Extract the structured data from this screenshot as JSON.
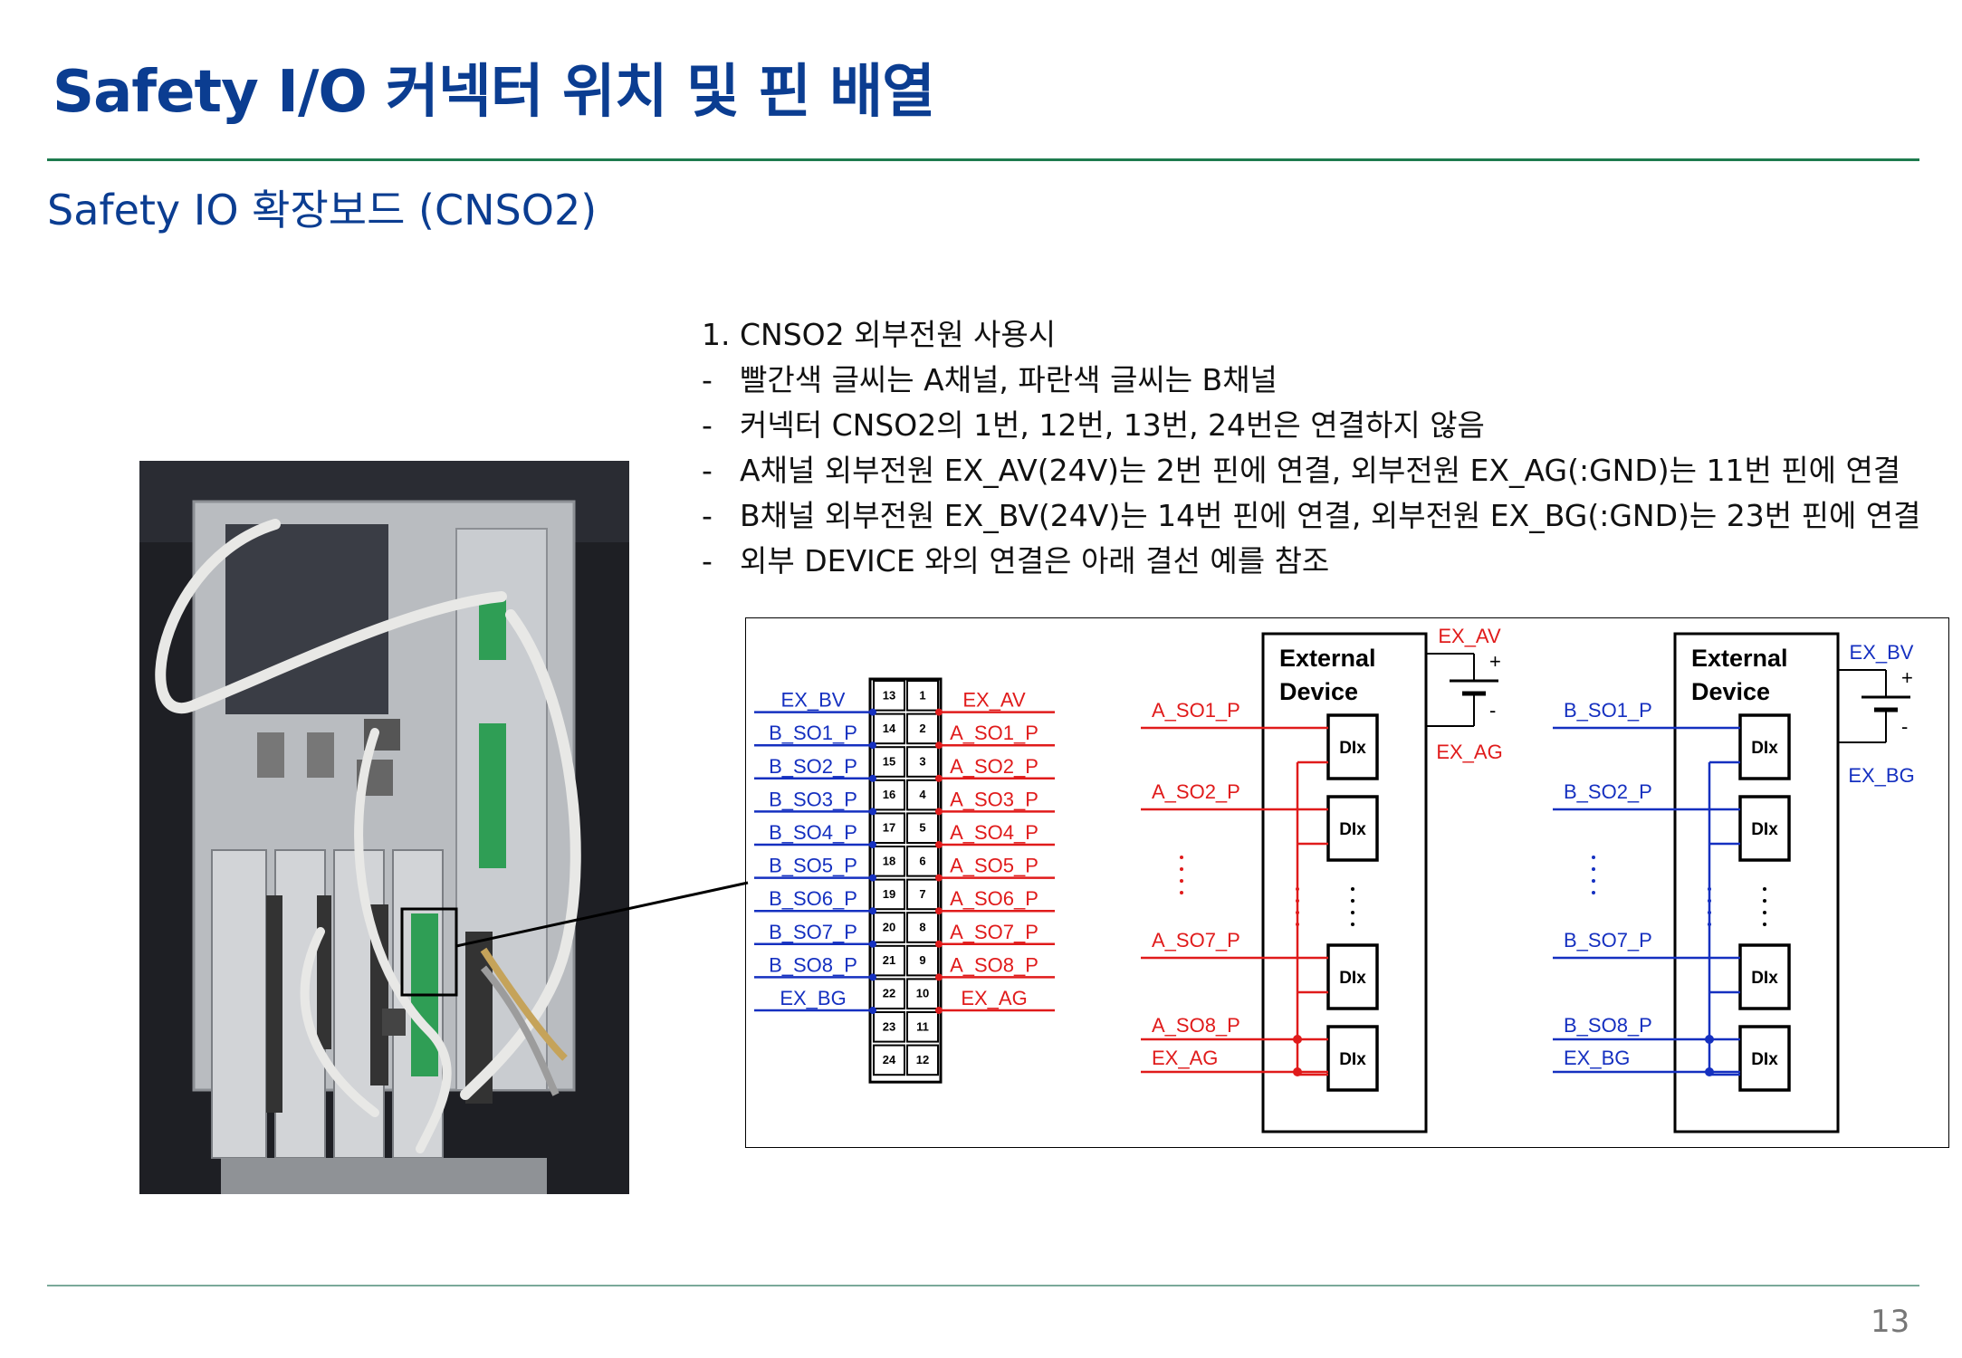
{
  "title": "Safety I/O 커넥터 위치 및 핀 배열",
  "subtitle": "Safety IO 확장보드 (CNSO2)",
  "notes": {
    "heading": "1. CNSO2 외부전원 사용시",
    "dash": "-",
    "lines": [
      "빨간색 글씨는 A채널, 파란색 글씨는 B채널",
      "커넥터 CNSO2의 1번, 12번, 13번, 24번은 연결하지 않음",
      "A채널 외부전원 EX_AV(24V)는 2번 핀에 연결, 외부전원 EX_AG(:GND)는 11번 핀에 연결",
      "B채널 외부전원 EX_BV(24V)는 14번 핀에 연결, 외부전원 EX_BG(:GND)는 23번 핀에 연결",
      "외부 DEVICE 와의 연결은 아래 결선 예를 참조"
    ]
  },
  "colors": {
    "title": "#0b3d91",
    "rule": "#1e7b4f",
    "a_channel": "#e01b1b",
    "b_channel": "#1530c0"
  },
  "connector": {
    "left_pins": [
      "13",
      "14",
      "15",
      "16",
      "17",
      "18",
      "19",
      "20",
      "21",
      "22",
      "23",
      "24"
    ],
    "right_pins": [
      "1",
      "2",
      "3",
      "4",
      "5",
      "6",
      "7",
      "8",
      "9",
      "10",
      "11",
      "12"
    ],
    "left_labels": [
      "EX_BV",
      "B_SO1_P",
      "B_SO2_P",
      "B_SO3_P",
      "B_SO4_P",
      "B_SO5_P",
      "B_SO6_P",
      "B_SO7_P",
      "B_SO8_P",
      "EX_BG"
    ],
    "right_labels": [
      "EX_AV",
      "A_SO1_P",
      "A_SO2_P",
      "A_SO3_P",
      "A_SO4_P",
      "A_SO5_P",
      "A_SO6_P",
      "A_SO7_P",
      "A_SO8_P",
      "EX_AG"
    ]
  },
  "wiring_a": {
    "device_title_1": "External",
    "device_title_2": "Device",
    "supply_v": "EX_AV",
    "supply_g": "EX_AG",
    "plus": "+",
    "minus": "-",
    "inputs": [
      "A_SO1_P",
      "A_SO2_P",
      "A_SO7_P",
      "A_SO8_P",
      "EX_AG"
    ],
    "dix": "DIx"
  },
  "wiring_b": {
    "device_title_1": "External",
    "device_title_2": "Device",
    "supply_v": "EX_BV",
    "supply_g": "EX_BG",
    "plus": "+",
    "minus": "-",
    "inputs": [
      "B_SO1_P",
      "B_SO2_P",
      "B_SO7_P",
      "B_SO8_P",
      "EX_BG"
    ],
    "dix": "DIx"
  },
  "page_number": "13"
}
